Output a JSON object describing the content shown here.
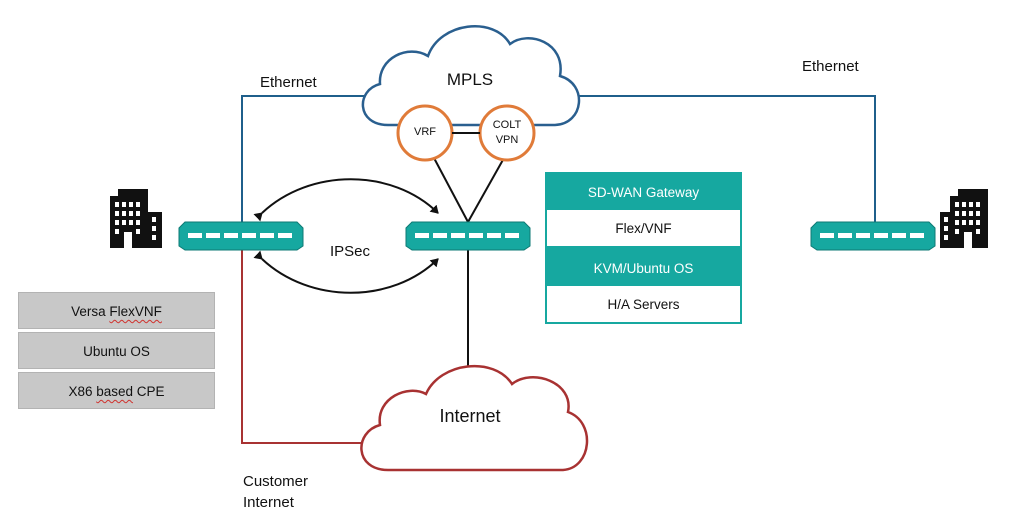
{
  "labels": {
    "ethernet_left": "Ethernet",
    "ethernet_right": "Ethernet",
    "mpls": "MPLS",
    "vrf": "VRF",
    "colt_vpn_line1": "COLT",
    "colt_vpn_line2": "VPN",
    "ipsec": "IPSec",
    "internet": "Internet",
    "customer_internet_line1": "Customer",
    "customer_internet_line2": "Internet"
  },
  "gateway_stack": [
    {
      "label": "SD-WAN Gateway",
      "style": "solid"
    },
    {
      "label": "Flex/VNF",
      "style": "outline"
    },
    {
      "label": "KVM/Ubuntu OS",
      "style": "solid"
    },
    {
      "label": "H/A Servers",
      "style": "outline"
    }
  ],
  "cpe_stack": [
    {
      "prefix": "Versa ",
      "squiggle": "FlexVNF",
      "suffix": ""
    },
    {
      "prefix": "Ubuntu OS",
      "squiggle": "",
      "suffix": ""
    },
    {
      "prefix": "X86 ",
      "squiggle": "based",
      "suffix": " CPE"
    }
  ],
  "colors": {
    "teal": "#16a8a0",
    "ethernet_blue": "#1f5f8b",
    "mpls_cloud": "#2a5f8f",
    "internet_red": "#a83232",
    "ring_orange": "#e07b39",
    "black": "#111111"
  },
  "icons": [
    "building-icon",
    "router-icon"
  ]
}
